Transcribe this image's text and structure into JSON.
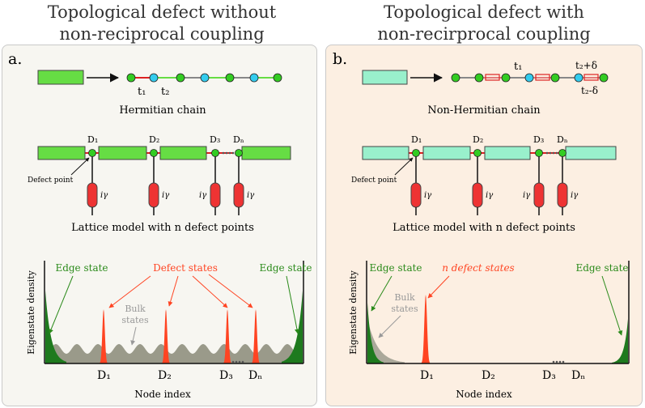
{
  "left": {
    "heading": [
      "Topological defect without",
      "non-reciprocal coupling"
    ],
    "label": "a.",
    "chain_caption": "Hermitian chain",
    "t1": "t₁",
    "t2": "t₂",
    "defect_point": "Defect point",
    "lattice_caption": "Lattice model with n defect points",
    "d_labels": [
      "D₁",
      "D₂",
      "D₃",
      "Dₙ"
    ],
    "igamma": "iγ",
    "edge_state_left": "Edge state",
    "edge_state_right": "Edge state",
    "defect_states": "Defect states",
    "bulk_states": [
      "Bulk",
      "states"
    ],
    "ylabel": "Eigenstate density",
    "xlabel": "Node index"
  },
  "right": {
    "heading": [
      "Topological defect with",
      "non-recirprocal coupling"
    ],
    "label": "b.",
    "chain_caption": "Non-Hermitian chain",
    "t1": "t₁",
    "t2_plus": "t₂+δ",
    "t2_minus": "t₂-δ",
    "defect_point": "Defect point",
    "lattice_caption": "Lattice model with n defect points",
    "d_labels": [
      "D₁",
      "D₂",
      "D₃",
      "Dₙ"
    ],
    "igamma": "iγ",
    "edge_state_left": "Edge state",
    "edge_state_right": "Edge state",
    "defect_states": "n defect states",
    "bulk_states": [
      "Bulk",
      "states"
    ],
    "ylabel": "Eigenstate density",
    "xlabel": "Node index"
  },
  "colors": {
    "panel_left_bg": "#f7f6f1",
    "panel_right_bg": "#fcefe2",
    "green_block": "#66dd44",
    "teal_block": "#99f0cc",
    "node_green": "#33cc22",
    "node_cyan": "#33ccee",
    "defect_red": "#ee3333",
    "edge_green": "#1e7a1e",
    "bulk_gray": "#9a9a8a",
    "arrow_red": "#ff4422",
    "label_green": "#2a8a1a"
  }
}
